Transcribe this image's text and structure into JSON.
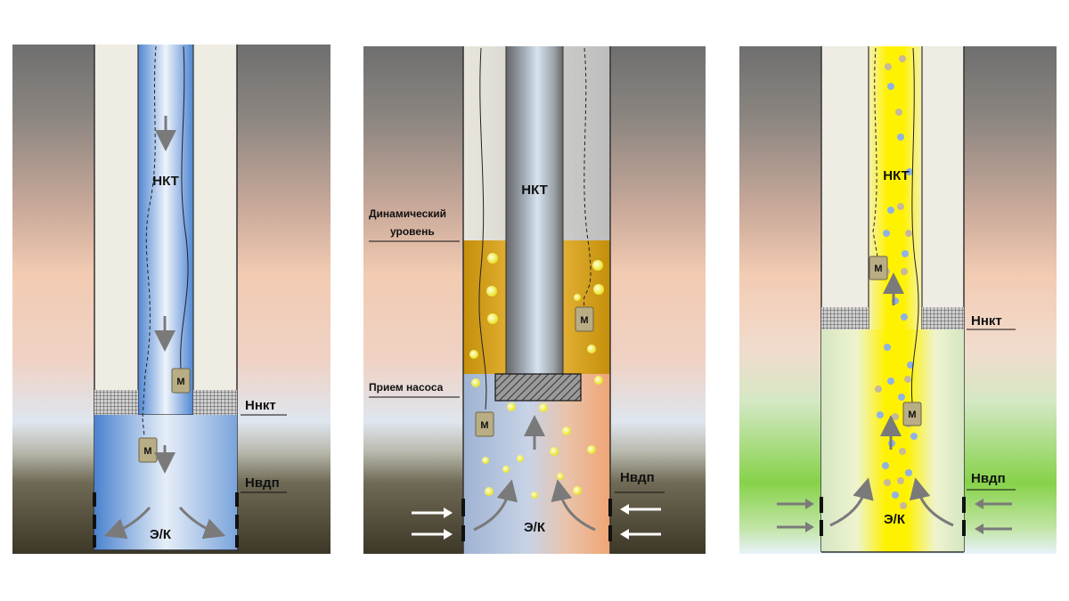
{
  "panels": [
    {
      "id": "panel-1",
      "labels": {
        "tubing": "НКТ",
        "tubing_depth": "Ннкт",
        "perforation_top": "Нвдп",
        "casing": "Э/К",
        "gauge": "M"
      },
      "fluid_colors": {
        "edge": "#5b8fd6",
        "center": "#eef3fb"
      }
    },
    {
      "id": "panel-2",
      "labels": {
        "tubing": "НКТ",
        "dynamic_level": "Динамический уровень",
        "pump_intake": "Прием насоса",
        "perforation_top": "Нвдп",
        "casing": "Э/К",
        "gauge": "M"
      },
      "fluid_colors": {
        "oil": "#d4a10e",
        "water": "#a9bfe0",
        "warm": "#f1a978",
        "bubble": "#f5f27a"
      }
    },
    {
      "id": "panel-3",
      "labels": {
        "tubing": "НКТ",
        "tubing_depth": "Ннкт",
        "perforation_top": "Нвдп",
        "casing": "Э/К",
        "gauge": "M"
      },
      "fluid_colors": {
        "core": "#fff200",
        "green": "#7fcf45",
        "particle_blue": "#8fb1e6",
        "particle_tan": "#c7b89a"
      }
    }
  ]
}
